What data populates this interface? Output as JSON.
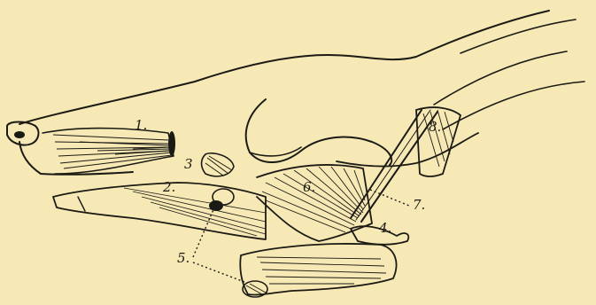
{
  "figure": {
    "background": "#f6e9b5",
    "ink": "#1c1a14",
    "labels": [
      {
        "id": "label-1",
        "text": "1."
      },
      {
        "id": "label-2",
        "text": "2."
      },
      {
        "id": "label-3",
        "text": "3"
      },
      {
        "id": "label-4",
        "text": "4."
      },
      {
        "id": "label-5",
        "text": "5."
      },
      {
        "id": "label-6",
        "text": "6."
      },
      {
        "id": "label-7",
        "text": "7."
      },
      {
        "id": "label-8",
        "text": "8."
      }
    ]
  }
}
